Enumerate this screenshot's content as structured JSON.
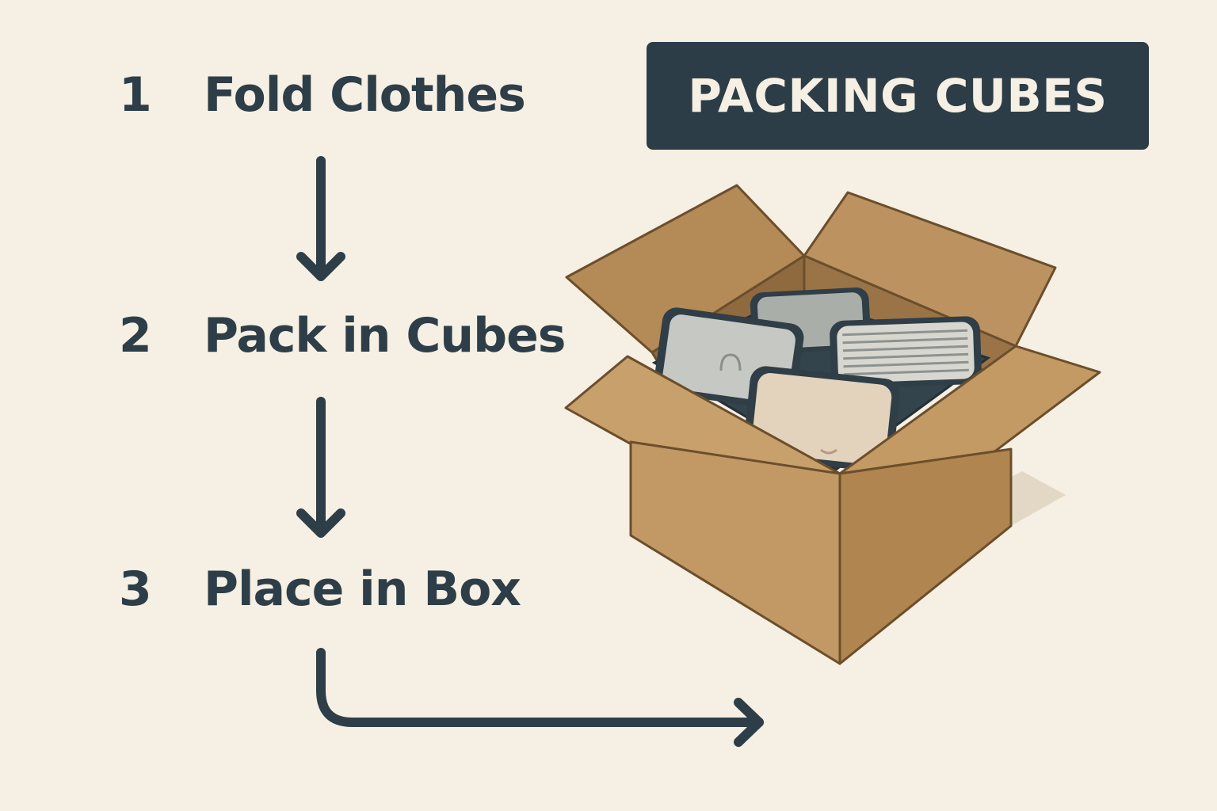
{
  "steps": [
    {
      "number": "1",
      "label": "Fold Clothes"
    },
    {
      "number": "2",
      "label": "Pack in Cubes"
    },
    {
      "number": "3",
      "label": "Place in Box"
    }
  ],
  "title": "PACKING CUBES",
  "colors": {
    "background": "#f6efe3",
    "ink": "#2d3e48",
    "banner": "#2c3d47",
    "cardboard": "#c49a64",
    "cardboard_dark": "#a87f4e",
    "cube_frame": "#37474f"
  },
  "icons": [
    "arrow-down-icon",
    "arrow-down-icon",
    "arrow-curve-right-icon",
    "cardboard-box-icon"
  ]
}
